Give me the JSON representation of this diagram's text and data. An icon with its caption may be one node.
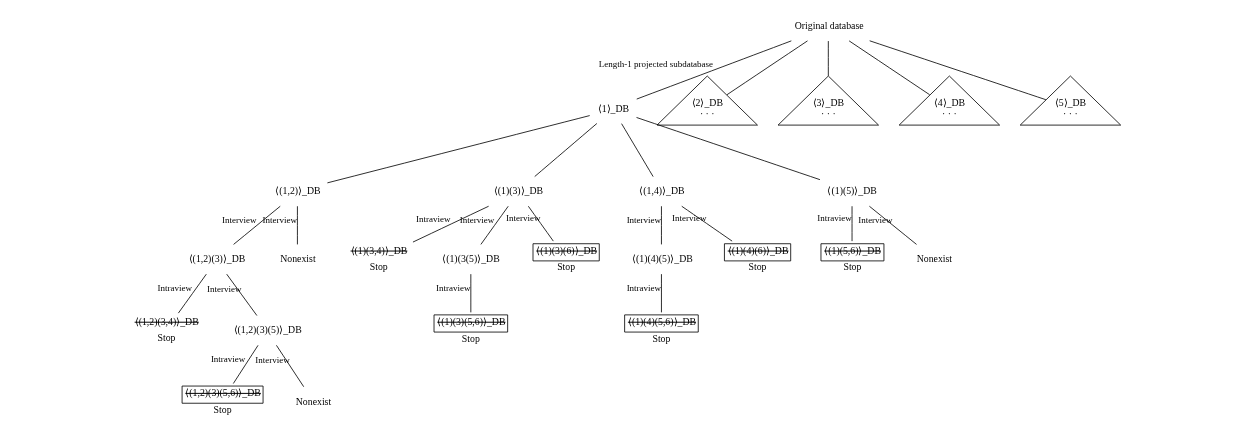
{
  "diagram": {
    "nodes": [
      {
        "text": [
          "Original database"
        ]
      },
      {
        "text": [
          "⟨1⟩_DB"
        ]
      },
      {
        "text": [
          "⟨2⟩_DB",
          "· · ·"
        ]
      },
      {
        "text": [
          "⟨3⟩_DB",
          "· · ·"
        ]
      },
      {
        "text": [
          "⟨4⟩_DB",
          "· · ·"
        ]
      },
      {
        "text": [
          "⟨5⟩_DB",
          "· · ·"
        ]
      },
      {
        "text": [
          "⟨(1,2)⟩_DB"
        ]
      },
      {
        "text": [
          "⟨(1)(3)⟩_DB"
        ]
      },
      {
        "text": [
          "⟨(1,4)⟩_DB"
        ]
      },
      {
        "text": [
          "⟨(1)(5)⟩_DB"
        ]
      },
      {
        "text": [
          "⟨(1,2)(3)⟩_DB"
        ]
      },
      {
        "text": [
          "Nonexist"
        ]
      },
      {
        "text": [
          "⟨(1)(3,4)⟩_DB"
        ],
        "beside": [
          "Stop"
        ]
      },
      {
        "text": [
          "⟨(1)(3(5)⟩_DB"
        ]
      },
      {
        "text": [
          "⟨(1)(3)(6)⟩_DB"
        ],
        "beside": [
          "Stop"
        ]
      },
      {
        "text": [
          "⟨(1)(4)(5)⟩_DB"
        ]
      },
      {
        "text": [
          "⟨(1)(4)(6)⟩_DB"
        ],
        "beside": [
          "Stop"
        ]
      },
      {
        "text": [
          "⟨(1)(5,6)⟩_DB"
        ],
        "beside": [
          "Stop"
        ]
      },
      {
        "text": [
          "Nonexist"
        ]
      },
      {
        "text": [
          "⟨(1,2)(3,4)⟩_DB"
        ],
        "beside": [
          "Stop"
        ]
      },
      {
        "text": [
          "⟨(1,2)(3)(5)⟩_DB"
        ]
      },
      {
        "text": [
          "⟨(1)(3)(5,6)⟩_DB"
        ],
        "beside": [
          "Stop"
        ]
      },
      {
        "text": [
          "⟨(1)(4)(5,6)⟩_DB"
        ],
        "beside": [
          "Stop"
        ]
      },
      {
        "text": [
          "⟨(1,2)(3)(5,6)⟩_DB"
        ],
        "beside": [
          "Stop"
        ]
      },
      {
        "text": [
          "Nonexist"
        ]
      }
    ],
    "edges": [
      {
        "from": 0,
        "to": 1,
        "arrow": "none",
        "label": "Length-1 projected subdatabase"
      },
      {
        "from": 0,
        "to": 2,
        "arrow": "none"
      },
      {
        "from": 0,
        "to": 3,
        "arrow": "none"
      },
      {
        "from": 0,
        "to": 4,
        "arrow": "none"
      },
      {
        "from": 0,
        "to": 5,
        "arrow": "none"
      },
      {
        "from": 1,
        "to": 6,
        "arrow": "none"
      },
      {
        "from": 1,
        "to": 7,
        "arrow": "none"
      },
      {
        "from": 1,
        "to": 8,
        "arrow": "none"
      },
      {
        "from": 1,
        "to": 9,
        "arrow": "none"
      },
      {
        "from": 6,
        "to": 10,
        "arrow": "none",
        "label": "Interview"
      },
      {
        "from": 6,
        "to": 11,
        "arrow": "none",
        "label": "Interview"
      },
      {
        "from": 7,
        "to": 12,
        "arrow": "none",
        "label": "Intraview"
      },
      {
        "from": 7,
        "to": 13,
        "arrow": "none",
        "label": "Interview"
      },
      {
        "from": 7,
        "to": 14,
        "arrow": "none",
        "label": "Interview"
      },
      {
        "from": 8,
        "to": 15,
        "arrow": "none",
        "label": "Interview"
      },
      {
        "from": 8,
        "to": 16,
        "arrow": "none",
        "label": "Interview"
      },
      {
        "from": 9,
        "to": 17,
        "arrow": "none",
        "label": "Intraview"
      },
      {
        "from": 9,
        "to": 18,
        "arrow": "none",
        "label": "Interview"
      },
      {
        "from": 10,
        "to": 19,
        "arrow": "none",
        "label": "Intraview"
      },
      {
        "from": 10,
        "to": 20,
        "arrow": "none",
        "label": "Interview"
      },
      {
        "from": 13,
        "to": 21,
        "arrow": "none",
        "label": "Intraview"
      },
      {
        "from": 15,
        "to": 22,
        "arrow": "none",
        "label": "Intraview"
      },
      {
        "from": 20,
        "to": 23,
        "arrow": "none",
        "label": "Intraview"
      },
      {
        "from": 20,
        "to": 24,
        "arrow": "none",
        "label": "Interview"
      }
    ]
  }
}
